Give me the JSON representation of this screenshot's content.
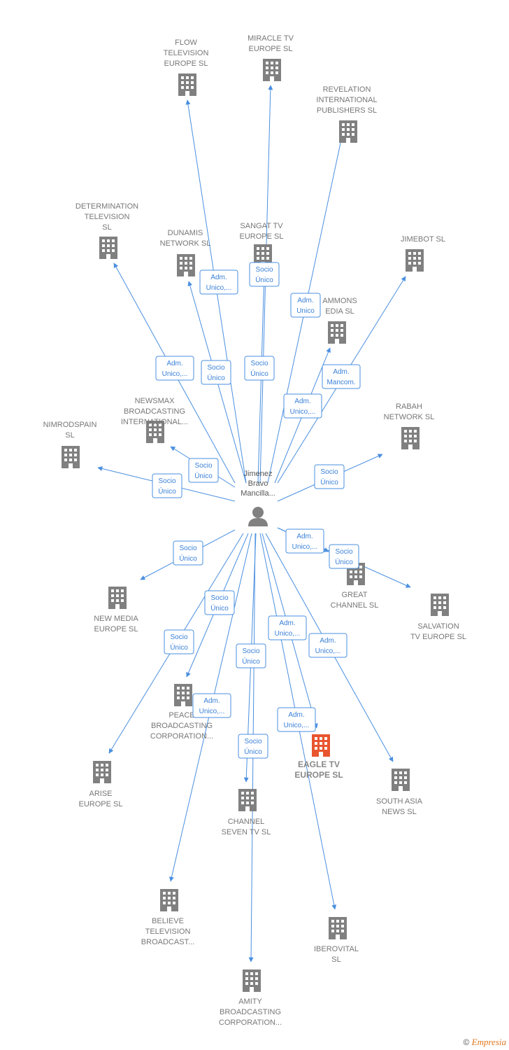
{
  "colors": {
    "edge": "#4a8fe0",
    "building": "#808080",
    "building_focus": "#e8552f",
    "person": "#808080"
  },
  "center": {
    "name_lines": [
      "Jimenez",
      "Bravo",
      "Mancilla..."
    ],
    "icon": "person-icon"
  },
  "companies": [
    {
      "id": "flow",
      "lines": [
        "FLOW",
        "TELEVISION",
        "EUROPE  SL"
      ]
    },
    {
      "id": "miracle",
      "lines": [
        "MIRACLE TV",
        "EUROPE  SL"
      ]
    },
    {
      "id": "revelation",
      "lines": [
        "REVELATION",
        "INTERNATIONAL",
        "PUBLISHERS SL"
      ]
    },
    {
      "id": "determination",
      "lines": [
        "DETERMINATION",
        "TELEVISION",
        "SL"
      ]
    },
    {
      "id": "dunamis",
      "lines": [
        "DUNAMIS",
        "NETWORK  SL"
      ]
    },
    {
      "id": "sangat",
      "lines": [
        "SANGAT TV",
        "EUROPE  SL"
      ]
    },
    {
      "id": "jimebot",
      "lines": [
        "JIMEBOT  SL"
      ]
    },
    {
      "id": "ammons",
      "lines": [
        "AMMONS",
        "EDIA  SL"
      ]
    },
    {
      "id": "newsmax",
      "lines": [
        "NEWSMAX",
        "BROADCASTING",
        "INTERNATIONAL..."
      ]
    },
    {
      "id": "nimrod",
      "lines": [
        "NIMRODSPAIN",
        "SL"
      ]
    },
    {
      "id": "rabah",
      "lines": [
        "RABAH",
        "NETWORK  SL"
      ]
    },
    {
      "id": "newmedia",
      "lines": [
        "NEW MEDIA",
        "EUROPE  SL"
      ]
    },
    {
      "id": "great",
      "lines": [
        "GREAT",
        "CHANNEL  SL"
      ]
    },
    {
      "id": "salvation",
      "lines": [
        "SALVATION",
        "TV EUROPE  SL"
      ]
    },
    {
      "id": "peace",
      "lines": [
        "PEACE",
        "BROADCASTING",
        "CORPORATION..."
      ]
    },
    {
      "id": "eagle",
      "lines": [
        "EAGLE TV",
        "EUROPE  SL"
      ],
      "focus": true
    },
    {
      "id": "arise",
      "lines": [
        "ARISE",
        "EUROPE  SL"
      ]
    },
    {
      "id": "channel7",
      "lines": [
        "CHANNEL",
        "SEVEN TV  SL"
      ]
    },
    {
      "id": "southasia",
      "lines": [
        "SOUTH ASIA",
        "NEWS  SL"
      ]
    },
    {
      "id": "believe",
      "lines": [
        "BELIEVE",
        "TELEVISION",
        "BROADCAST..."
      ]
    },
    {
      "id": "iberovital",
      "lines": [
        "IBEROVITAL",
        "SL"
      ]
    },
    {
      "id": "amity",
      "lines": [
        "AMITY",
        "BROADCASTING",
        "CORPORATION..."
      ]
    }
  ],
  "edges": [
    {
      "to": "flow",
      "label": [
        "Adm.",
        "Unico,..."
      ]
    },
    {
      "to": "miracle",
      "label": [
        "Socio",
        "Único"
      ]
    },
    {
      "to": "revelation",
      "label": [
        "Adm.",
        "Unico"
      ]
    },
    {
      "to": "determination",
      "label": [
        "Adm.",
        "Unico,..."
      ]
    },
    {
      "to": "dunamis",
      "label": [
        "Socio",
        "Único"
      ]
    },
    {
      "to": "sangat",
      "label": [
        "Socio",
        "Único"
      ]
    },
    {
      "to": "jimebot",
      "label": [
        "Adm.",
        "Mancom."
      ]
    },
    {
      "to": "ammons",
      "label": [
        "Adm.",
        "Unico,..."
      ]
    },
    {
      "to": "newsmax",
      "label": [
        "Socio",
        "Único"
      ]
    },
    {
      "to": "nimrod",
      "label": [
        "Socio",
        "Único"
      ]
    },
    {
      "to": "rabah",
      "label": [
        "Socio",
        "Único"
      ]
    },
    {
      "to": "newmedia",
      "label": [
        "Socio",
        "Único"
      ]
    },
    {
      "to": "great",
      "label": [
        "Adm.",
        "Unico,..."
      ]
    },
    {
      "to": "salvation",
      "label": [
        "Socio",
        "Único"
      ]
    },
    {
      "to": "peace",
      "label": [
        "Socio",
        "Único"
      ]
    },
    {
      "to": "arise",
      "label": [
        "Socio",
        "Único"
      ]
    },
    {
      "to": "channel7",
      "label": [
        "Socio",
        "Único"
      ]
    },
    {
      "to": "eagle",
      "label": [
        "Adm.",
        "Unico,..."
      ]
    },
    {
      "to": "southasia",
      "label": [
        "Adm.",
        "Unico,..."
      ]
    },
    {
      "to": "believe",
      "label": [
        "Adm.",
        "Unico,..."
      ]
    },
    {
      "to": "iberovital",
      "label": [
        "Adm.",
        "Unico,..."
      ]
    },
    {
      "to": "amity",
      "label": [
        "Socio",
        "Único"
      ]
    }
  ],
  "footer": {
    "copyright": "©",
    "brand": "Empresia"
  }
}
